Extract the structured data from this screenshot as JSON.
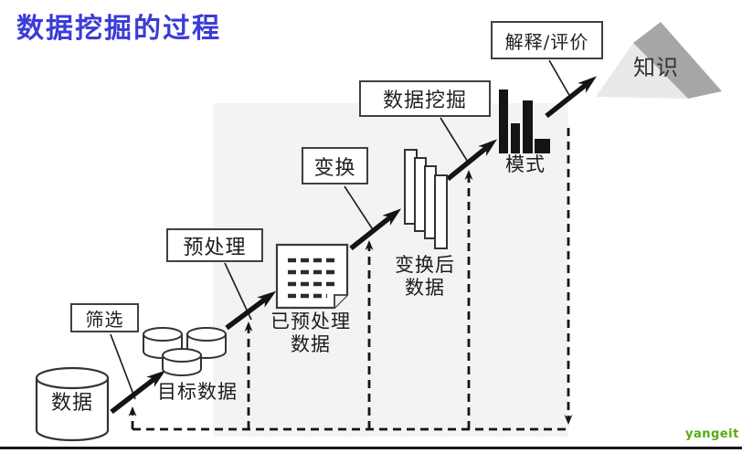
{
  "title": "数据挖掘的过程",
  "process": {
    "steps": [
      {
        "label": "筛选"
      },
      {
        "label": "预处理"
      },
      {
        "label": "变换"
      },
      {
        "label": "数据挖掘"
      },
      {
        "label": "解释/评价"
      }
    ],
    "artifacts": {
      "data": "数据",
      "target_data": "目标数据",
      "preprocessed_line1": "已预处理",
      "preprocessed_line2": "数据",
      "transformed_line1": "变换后",
      "transformed_line2": "数据",
      "patterns": "模式",
      "knowledge": "知识"
    }
  },
  "watermark": "yangeit",
  "colors": {
    "title_blue": "#3b3bd8",
    "watermark_green": "#55aa11",
    "ink": "#141414",
    "pyramid_dark": "#a6a6a6",
    "pyramid_light": "#e9e9e9",
    "panel_gray": "#f3f3f3"
  }
}
